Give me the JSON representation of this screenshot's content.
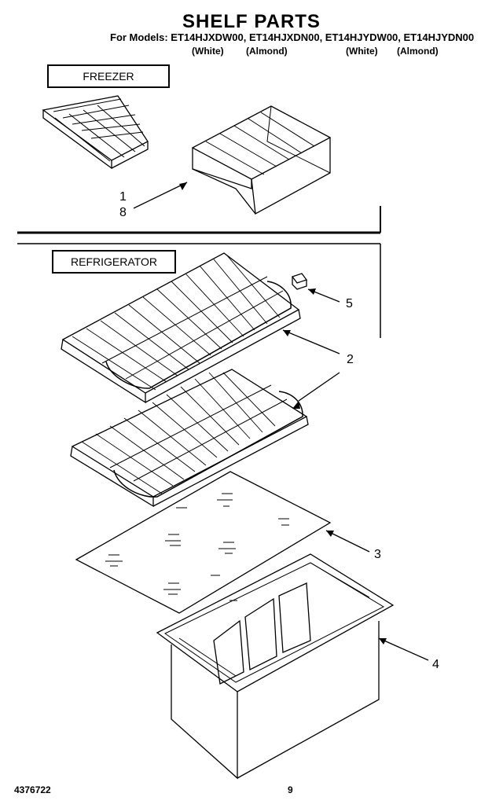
{
  "header": {
    "title": "SHELF PARTS",
    "models_line": "For Models: ET14HJXDW00, ET14HJXDN00, ET14HJYDW00, ET14HJYDN00",
    "colors": [
      "(White)",
      "(Almond)",
      "(White)",
      "(Almond)"
    ]
  },
  "sections": {
    "freezer": "FREEZER",
    "refrigerator": "REFRIGERATOR"
  },
  "callouts": [
    "1",
    "8",
    "5",
    "2",
    "3",
    "4"
  ],
  "footer": {
    "doc_number": "4376722",
    "page_number": "9"
  }
}
